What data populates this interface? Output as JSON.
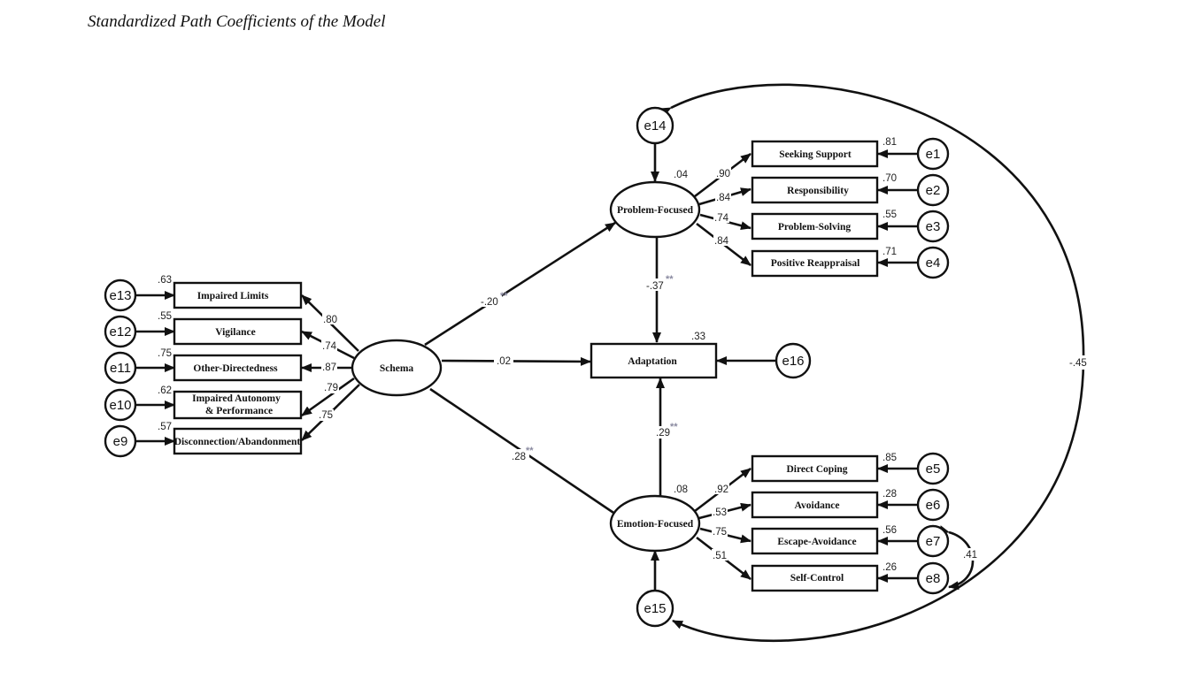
{
  "title": "Standardized Path Coefficients of the Model",
  "latents": {
    "schema": "Schema",
    "problem": "Problem-Focused",
    "emotion": "Emotion-Focused"
  },
  "outcome": {
    "label": "Adaptation",
    "r2": ".33"
  },
  "schema_indicators": [
    {
      "label": "Impaired Limits",
      "r2": ".63",
      "loading": ".80",
      "error": "e13"
    },
    {
      "label": "Vigilance",
      "r2": ".55",
      "loading": ".74",
      "error": "e12"
    },
    {
      "label": "Other-Directedness",
      "r2": ".75",
      "loading": ".87",
      "error": "e11"
    },
    {
      "label": "Impaired Autonomy\n& Performance",
      "label_line1": "Impaired Autonomy",
      "label_line2": "& Performance",
      "r2": ".62",
      "loading": ".79",
      "error": "e10"
    },
    {
      "label": "Disconnection/Abandonment",
      "r2": ".57",
      "loading": ".75",
      "error": "e9"
    }
  ],
  "problem_indicators": [
    {
      "label": "Seeking Support",
      "r2": ".81",
      "loading": ".90",
      "error": "e1"
    },
    {
      "label": "Responsibility",
      "r2": ".70",
      "loading": ".84",
      "error": "e2"
    },
    {
      "label": "Problem-Solving",
      "r2": ".55",
      "loading": ".74",
      "error": "e3"
    },
    {
      "label": "Positive Reappraisal",
      "r2": ".71",
      "loading": ".84",
      "error": "e4"
    }
  ],
  "emotion_indicators": [
    {
      "label": "Direct Coping",
      "r2": ".85",
      "loading": ".92",
      "error": "e5"
    },
    {
      "label": "Avoidance",
      "r2": ".28",
      "loading": ".53",
      "error": "e6"
    },
    {
      "label": "Escape-Avoidance",
      "r2": ".56",
      "loading": ".75",
      "error": "e7"
    },
    {
      "label": "Self-Control",
      "r2": ".26",
      "loading": ".51",
      "error": "e8"
    }
  ],
  "structural_paths": {
    "schema_to_problem": {
      "coef": "-.20",
      "sig": "**"
    },
    "schema_to_adaptation": {
      "coef": ".02",
      "sig": ""
    },
    "schema_to_emotion": {
      "coef": ".28",
      "sig": "**"
    },
    "problem_to_adaptation": {
      "coef": "-.37",
      "sig": "**"
    },
    "emotion_to_adaptation": {
      "coef": ".29",
      "sig": "**"
    }
  },
  "latent_r2": {
    "problem": ".04",
    "emotion": ".08"
  },
  "disturbances": {
    "problem": "e14",
    "emotion": "e15",
    "adaptation": "e16"
  },
  "covariances": {
    "e14_e15": "-.45",
    "e7_e8": ".41"
  }
}
